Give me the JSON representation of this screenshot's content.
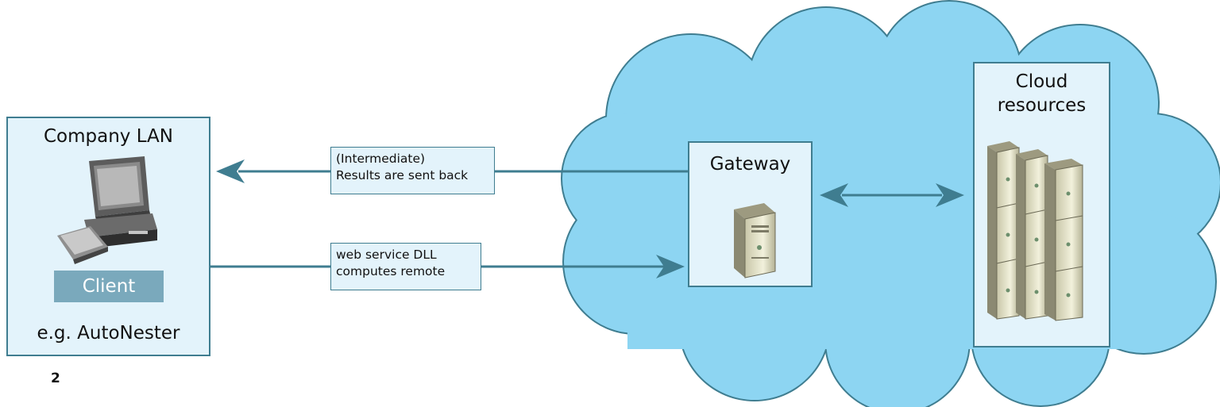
{
  "company_lan": {
    "title": "Company LAN",
    "client_label": "Client",
    "example": "e.g. AutoNester"
  },
  "gateway": {
    "title": "Gateway"
  },
  "cloud_resources": {
    "title": "Cloud\nresources"
  },
  "arrows": {
    "results_note": "(Intermediate)\nResults are sent back",
    "request_note": "web service DLL\ncomputes remote"
  },
  "page_number": "2",
  "colors": {
    "cloud_fill": "#8dd5f2",
    "cloud_outline": "#3f7d90",
    "box_fill": "#e3f3fb",
    "arrow": "#3f7d90",
    "client_label_bg": "#7aa9bc"
  },
  "icons": [
    "desktop-computer-icon",
    "server-icon",
    "server-rack-icon"
  ]
}
